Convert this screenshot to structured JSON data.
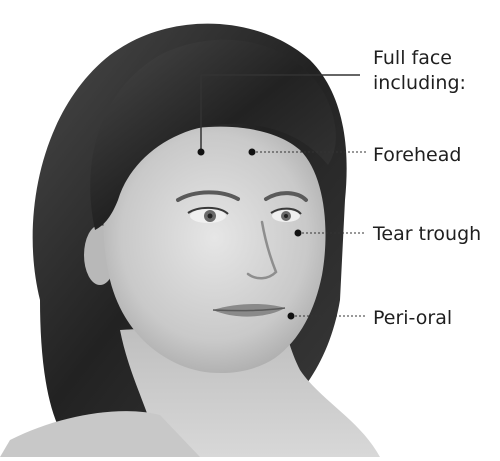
{
  "labels": {
    "full_face_line1": "Full face",
    "full_face_line2": "including:",
    "forehead": "Forehead",
    "tear_trough": "Tear trough",
    "peri_oral": "Peri-oral"
  },
  "colors": {
    "background": "#ffffff",
    "text": "#1f1f1f",
    "leader_line": "#333333",
    "hair_dark": "#2a2a2a",
    "skin": "#cfcfcf"
  },
  "icons": {
    "illustration": "female-head-illustration"
  }
}
